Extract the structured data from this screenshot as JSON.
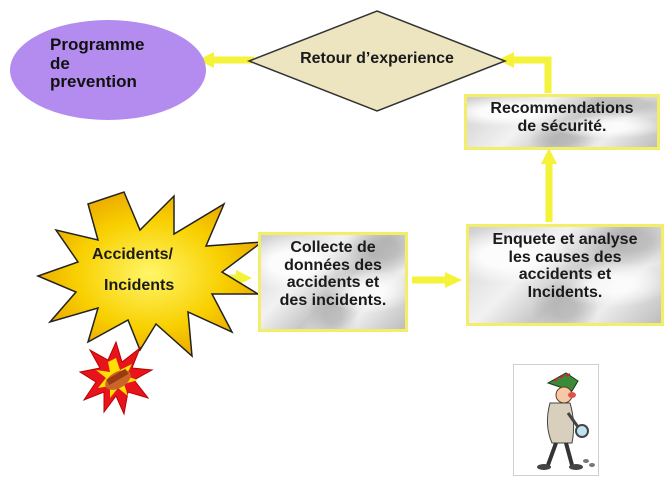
{
  "nodes": {
    "programme": "Programme\nde\nprevention",
    "retour": "Retour d’experience",
    "recommandations": "Recommendations\nde sécurité.",
    "accidents": "Accidents/",
    "incidents": "Incidents",
    "collecte": "Collecte de\ndonnées des\naccidents et\ndes incidents.",
    "enquete": "Enquete  et analyse\nles causes des\naccidents et\nIncidents."
  },
  "colors": {
    "arrow": "#f5f23a",
    "ellipse": "#b48cf0",
    "diamond": "#ece5c0",
    "box_border": "#f3ee6a",
    "star_outer": "#f0b800",
    "star_inner": "#fff66a"
  },
  "clipart": [
    "explosion-clipart",
    "detective-clipart"
  ]
}
